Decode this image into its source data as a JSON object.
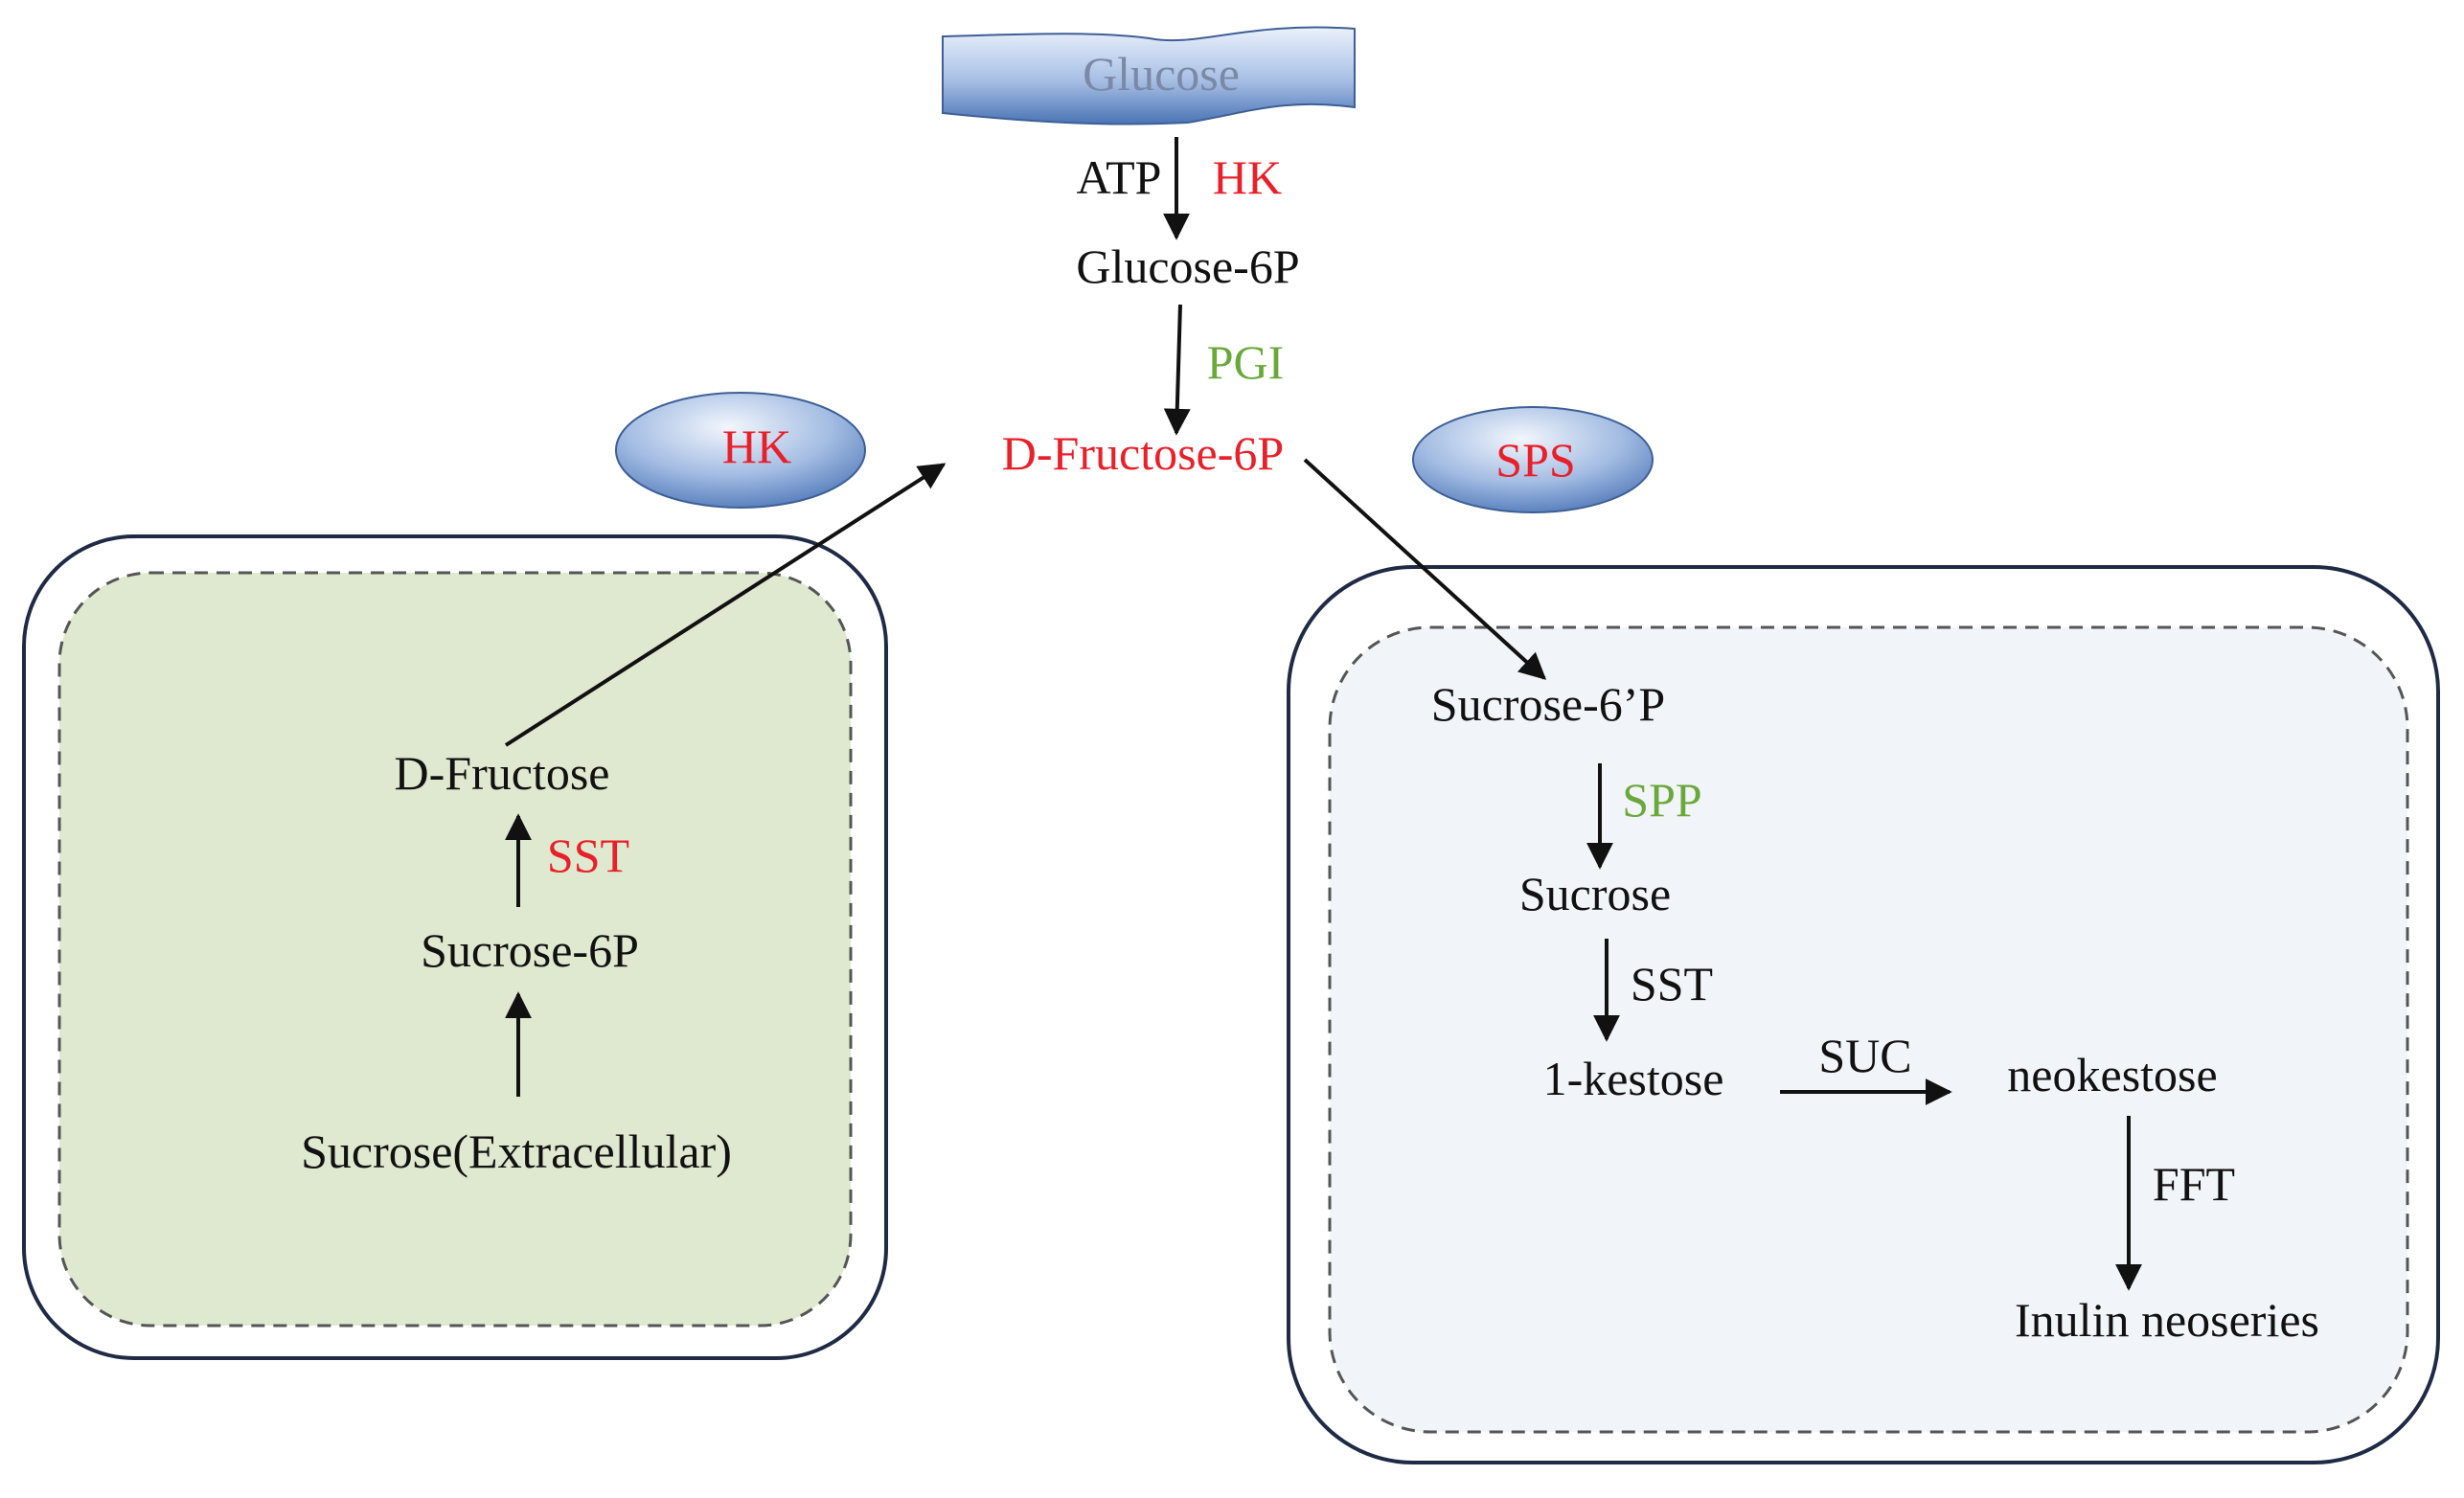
{
  "colors": {
    "enzyme_red": "#e8202a",
    "enzyme_green": "#6aa83c",
    "text_black": "#111111",
    "cell_border": "#1f2a44",
    "left_cell_fill": "#dfe9cf",
    "right_cell_fill": "#f1f4f9",
    "banner_light": "#e6eef9",
    "banner_dark": "#4c76b7",
    "glucose_text": "#7a8aa6"
  },
  "top": {
    "glucose": "Glucose",
    "atp": "ATP",
    "hk_top": "HK",
    "glucose_6p": "Glucose-6P",
    "pgi": "PGI",
    "d_fructose_6p": "D-Fructose-6P",
    "hk_oval": "HK",
    "sps_oval": "SPS"
  },
  "left_cell": {
    "d_fructose": "D-Fructose",
    "sst": "SST",
    "sucrose_6p": "Sucrose-6P",
    "sucrose_extracellular": "Sucrose(Extracellular)"
  },
  "right_cell": {
    "sucrose_6p_prime": "Sucrose-6’P",
    "spp": "SPP",
    "sucrose": "Sucrose",
    "sst": "SST",
    "kestose": "1-kestose",
    "suc": "SUC",
    "neokestose": "neokestose",
    "fft": "FFT",
    "inulin_neoseries": "Inulin neoseries"
  }
}
